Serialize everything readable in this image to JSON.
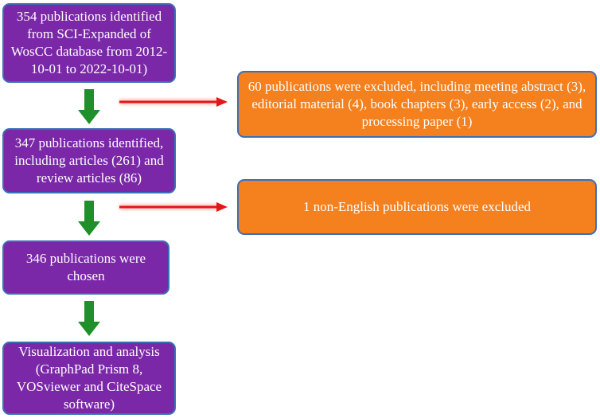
{
  "boxes": {
    "identified": "354 publications identified from SCI-Expanded of WosCC database from 2012-10-01 to 2022-10-01)",
    "types": "347 publications identified, including articles (261) and review articles (86)",
    "chosen": "346 publications were chosen",
    "analysis": "Visualization and analysis (GraphPad Prism 8, VOSviewer and CiteSpace software)",
    "excluded_types": "60 publications were excluded, including meeting abstract (3), editorial material (4), book chapters (3), early access (2), and processing paper (1)",
    "excluded_language": "1 non-English publications were excluded"
  },
  "colors": {
    "box_fill": "#7a28a8",
    "exclusion_fill": "#f5801e",
    "border": "#3a6fb5",
    "flow_arrow": "#1f8f2a",
    "exclusion_arrow": "#e01818"
  }
}
